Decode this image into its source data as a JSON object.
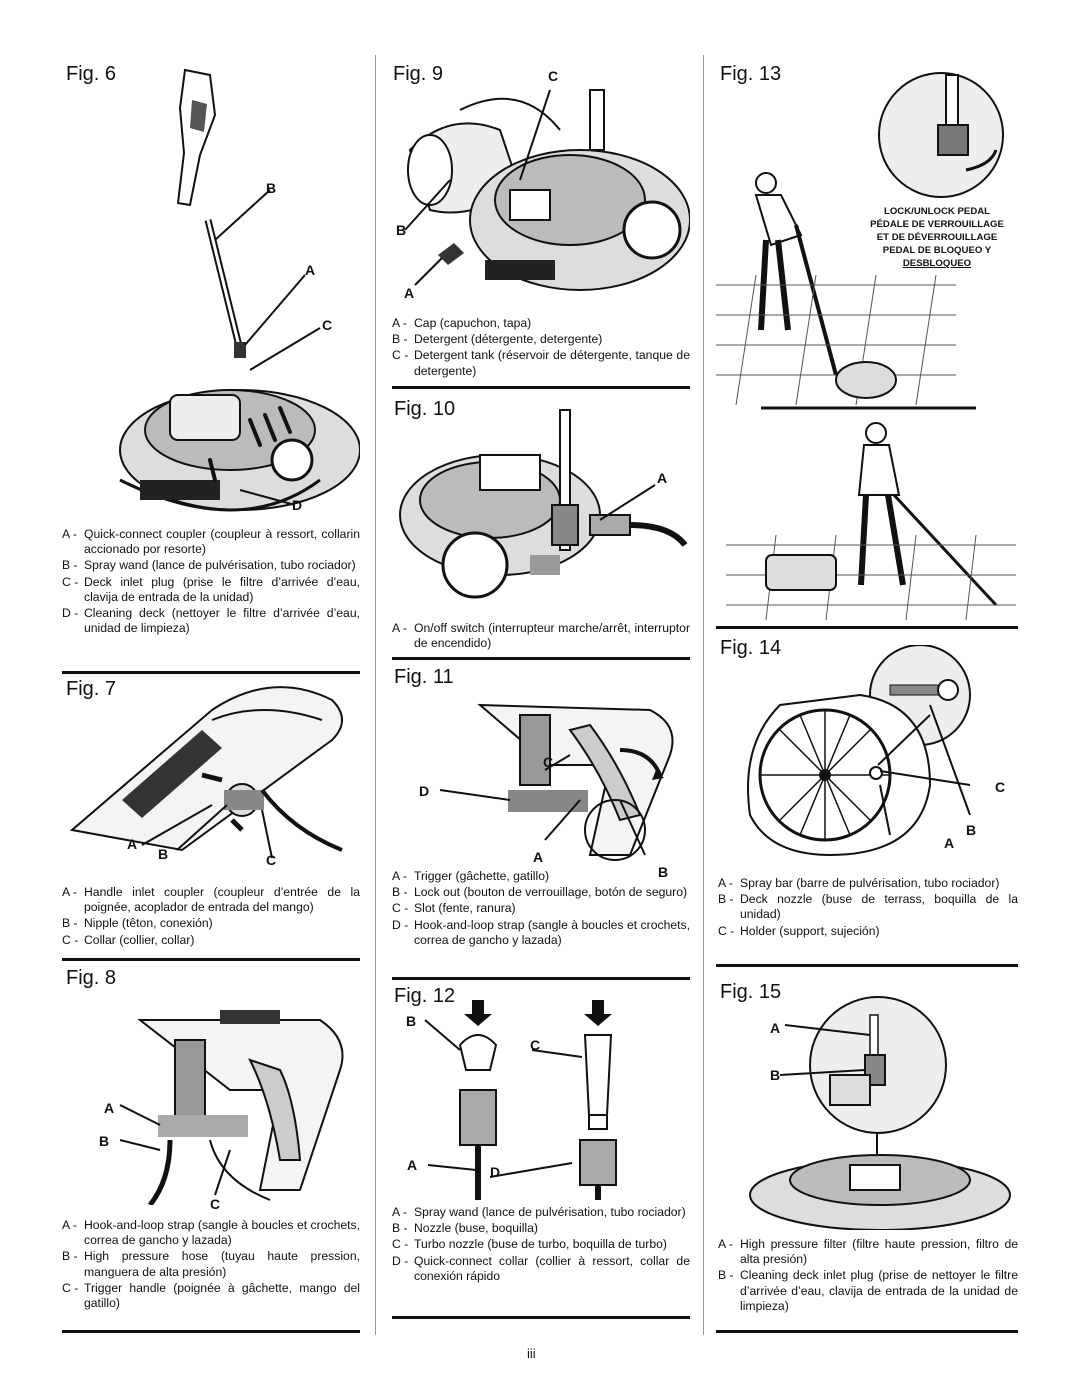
{
  "figures": {
    "fig6": {
      "title": "Fig. 6",
      "labels": [
        "B",
        "A",
        "C",
        "D"
      ],
      "legend": [
        {
          "k": "A -",
          "v": "Quick-connect coupler (coupleur à ressort, collarin accionado por resorte)"
        },
        {
          "k": "B -",
          "v": "Spray wand (lance de pulvérisation, tubo rociador)"
        },
        {
          "k": "C -",
          "v": "Deck inlet plug (prise le filtre d’arrivée d’eau, clavija de entrada de la unidad)"
        },
        {
          "k": "D -",
          "v": "Cleaning deck (nettoyer le filtre d’arrivée d’eau, unidad de limpieza)"
        }
      ]
    },
    "fig7": {
      "title": "Fig. 7",
      "labels": [
        "A",
        "B",
        "C"
      ],
      "legend": [
        {
          "k": "A -",
          "v": "Handle inlet coupler (coupleur d’entrée de la poignée, acoplador de entrada del mango)"
        },
        {
          "k": "B -",
          "v": "Nipple (têton, conexión)"
        },
        {
          "k": "C -",
          "v": "Collar (collier, collar)"
        }
      ]
    },
    "fig8": {
      "title": "Fig. 8",
      "labels": [
        "A",
        "B",
        "C"
      ],
      "legend": [
        {
          "k": "A -",
          "v": "Hook-and-loop strap (sangle à boucles et crochets, correa de gancho y lazada)"
        },
        {
          "k": "B -",
          "v": "High pressure hose (tuyau haute pression, manguera de alta presión)"
        },
        {
          "k": "C -",
          "v": "Trigger handle (poignée à gâchette, mango del gatillo)"
        }
      ]
    },
    "fig9": {
      "title": "Fig. 9",
      "labels": [
        "C",
        "B",
        "A"
      ],
      "legend": [
        {
          "k": "A -",
          "v": "Cap (capuchon, tapa)"
        },
        {
          "k": "B -",
          "v": "Detergent (détergente, detergente)"
        },
        {
          "k": "C -",
          "v": "Detergent tank (réservoir de détergente, tanque de detergente)"
        }
      ]
    },
    "fig10": {
      "title": "Fig. 10",
      "labels": [
        "A"
      ],
      "legend": [
        {
          "k": "A -",
          "v": "On/off switch (interrupteur marche/arrêt, interruptor de encendido)"
        }
      ]
    },
    "fig11": {
      "title": "Fig. 11",
      "labels": [
        "C",
        "D",
        "A",
        "B"
      ],
      "legend": [
        {
          "k": "A -",
          "v": "Trigger (gâchette, gatillo)"
        },
        {
          "k": "B -",
          "v": "Lock out (bouton de verrouillage, botón de seguro)"
        },
        {
          "k": "C -",
          "v": "Slot (fente, ranura)"
        },
        {
          "k": "D -",
          "v": "Hook-and-loop strap (sangle à boucles et crochets, correa de gancho y lazada)"
        }
      ]
    },
    "fig12": {
      "title": "Fig. 12",
      "labels": [
        "B",
        "C",
        "A",
        "D"
      ],
      "legend": [
        {
          "k": "A -",
          "v": "Spray wand (lance de pulvérisation, tubo rociador)"
        },
        {
          "k": "B -",
          "v": "Nozzle (buse, boquilla)"
        },
        {
          "k": "C -",
          "v": "Turbo nozzle (buse de turbo, boquilla de turbo)"
        },
        {
          "k": "D -",
          "v": "Quick-connect collar (collier à ressort, collar de conexión rápido"
        }
      ]
    },
    "fig13": {
      "title": "Fig. 13",
      "callout": [
        "LOCK/UNLOCK PEDAL",
        "PÉDALE DE VERROUILLAGE",
        "ET DE DÉVERROUILLAGE",
        "PEDAL DE BLOQUEO Y",
        "DESBLOQUEO"
      ]
    },
    "fig14": {
      "title": "Fig. 14",
      "labels": [
        "C",
        "A",
        "B"
      ],
      "legend": [
        {
          "k": "A -",
          "v": "Spray bar (barre de pulvérisation, tubo rociador)"
        },
        {
          "k": "B -",
          "v": "Deck nozzle (buse de terrass, boquilla de la unidad)"
        },
        {
          "k": "C -",
          "v": "Holder (support, sujeción)"
        }
      ]
    },
    "fig15": {
      "title": "Fig. 15",
      "labels": [
        "A",
        "B"
      ],
      "legend": [
        {
          "k": "A -",
          "v": "High pressure filter (filtre haute pression, filtro de alta presión)"
        },
        {
          "k": "B -",
          "v": "Cleaning deck inlet plug (prise de nettoyer le filtre d’arrivée d’eau, clavija de entrada de la unidad de limpieza)"
        }
      ]
    }
  },
  "page_number": "iii"
}
